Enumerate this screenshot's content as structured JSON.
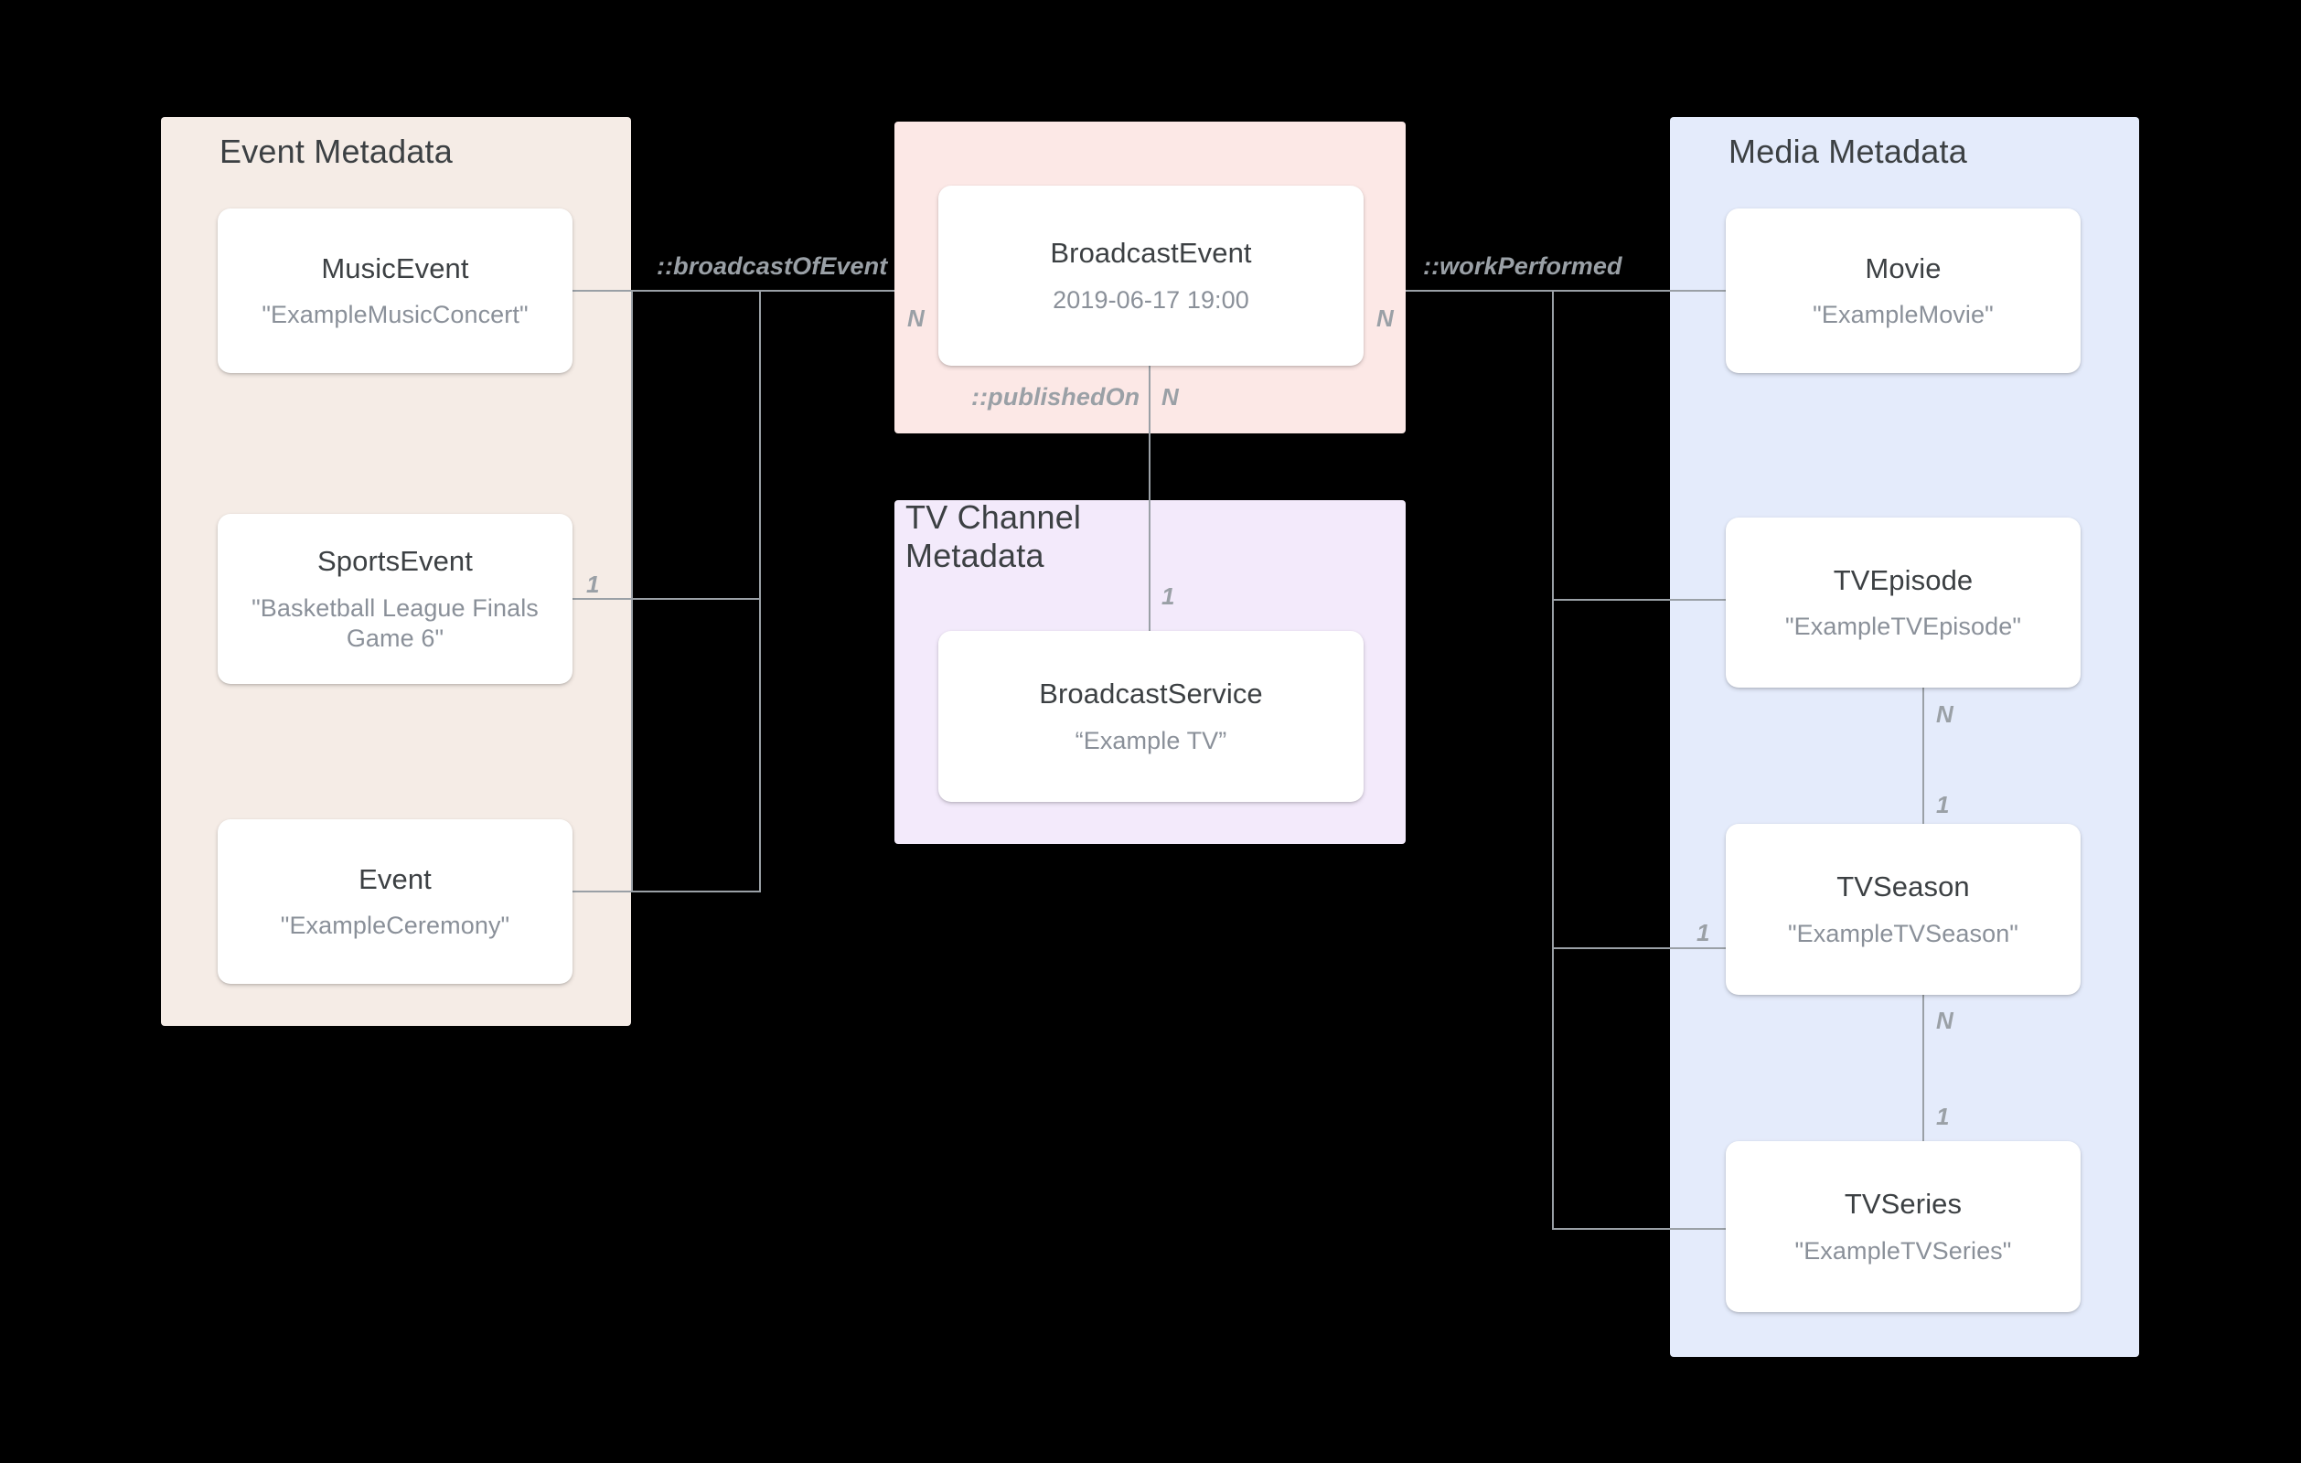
{
  "diagram": {
    "title": "Broadcast / Media metadata entity relationship diagram",
    "colors": {
      "event_panel": "#F5ECE6",
      "broadcast_panel": "#FCE8E6",
      "tvchannel_panel": "#F3EAFB",
      "media_panel": "#E4EBFB",
      "card": "#FFFFFF",
      "line": "#9AA0A6",
      "title_text": "#3C4043",
      "value_text": "#8A9099",
      "background": "#000000"
    }
  },
  "groups": {
    "event": {
      "title": "Event Metadata"
    },
    "broadcast": {
      "title": ""
    },
    "tvchannel": {
      "title": "TV Channel\nMetadata"
    },
    "media": {
      "title": "Media Metadata"
    }
  },
  "nodes": {
    "music_event": {
      "type": "MusicEvent",
      "value": "\"ExampleMusicConcert\""
    },
    "sports_event": {
      "type": "SportsEvent",
      "value": "\"Basketball League Finals Game 6\""
    },
    "event": {
      "type": "Event",
      "value": "\"ExampleCeremony\""
    },
    "broadcast_event": {
      "type": "BroadcastEvent",
      "value": "2019-06-17 19:00"
    },
    "broadcast_service": {
      "type": "BroadcastService",
      "value": "“Example TV”"
    },
    "movie": {
      "type": "Movie",
      "value": "\"ExampleMovie\""
    },
    "tv_episode": {
      "type": "TVEpisode",
      "value": "\"ExampleTVEpisode\""
    },
    "tv_season": {
      "type": "TVSeason",
      "value": "\"ExampleTVSeason\""
    },
    "tv_series": {
      "type": "TVSeries",
      "value": "\"ExampleTVSeries\""
    }
  },
  "relations": [
    {
      "name": "::broadcastOfEvent",
      "from": "broadcast_event",
      "to": "event_group",
      "from_card": "N",
      "to_card": "1"
    },
    {
      "name": "::workPerformed",
      "from": "broadcast_event",
      "to": "media_group",
      "from_card": "N",
      "to_card": "1"
    },
    {
      "name": "::publishedOn",
      "from": "broadcast_event",
      "to": "broadcast_service",
      "from_card": "N",
      "to_card": "1"
    },
    {
      "name": "",
      "from": "tv_episode",
      "to": "tv_season",
      "from_card": "N",
      "to_card": "1"
    },
    {
      "name": "",
      "from": "tv_season",
      "to": "tv_series",
      "from_card": "N",
      "to_card": "1"
    }
  ],
  "labels": {
    "broadcast_of_event": "::broadcastOfEvent",
    "work_performed": "::workPerformed",
    "published_on": "::publishedOn",
    "card_n_left": "N",
    "card_n_right": "N",
    "card_n_down": "N",
    "card_one_sports": "1",
    "card_one_service": "1",
    "card_n_episode": "N",
    "card_one_season_top": "1",
    "card_one_season_left": "1",
    "card_n_season_bottom": "N",
    "card_one_series": "1"
  }
}
